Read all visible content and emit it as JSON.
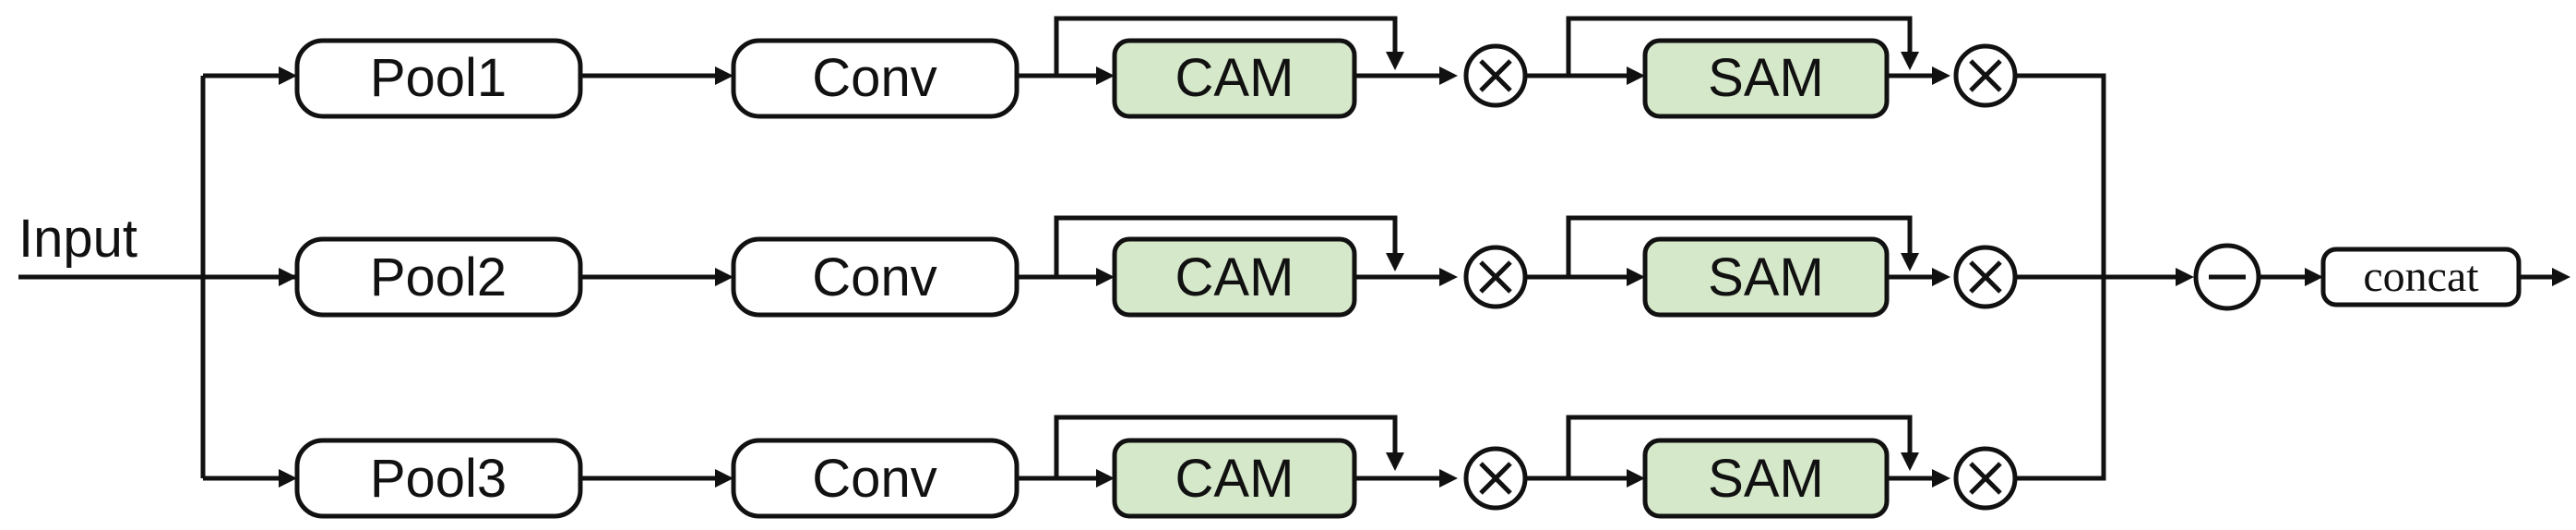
{
  "input_label": "Input",
  "rows": [
    {
      "pool": "Pool1",
      "conv": "Conv",
      "cam": "CAM",
      "sam": "SAM"
    },
    {
      "pool": "Pool2",
      "conv": "Conv",
      "cam": "CAM",
      "sam": "SAM"
    },
    {
      "pool": "Pool3",
      "conv": "Conv",
      "cam": "CAM",
      "sam": "SAM"
    }
  ],
  "concat_label": "concat",
  "operators": {
    "multiply": "multiply-operator",
    "subtract": "subtract-operator"
  },
  "colors": {
    "attention_fill": "#d5e8c9",
    "stroke": "#111111",
    "background": "#ffffff"
  }
}
